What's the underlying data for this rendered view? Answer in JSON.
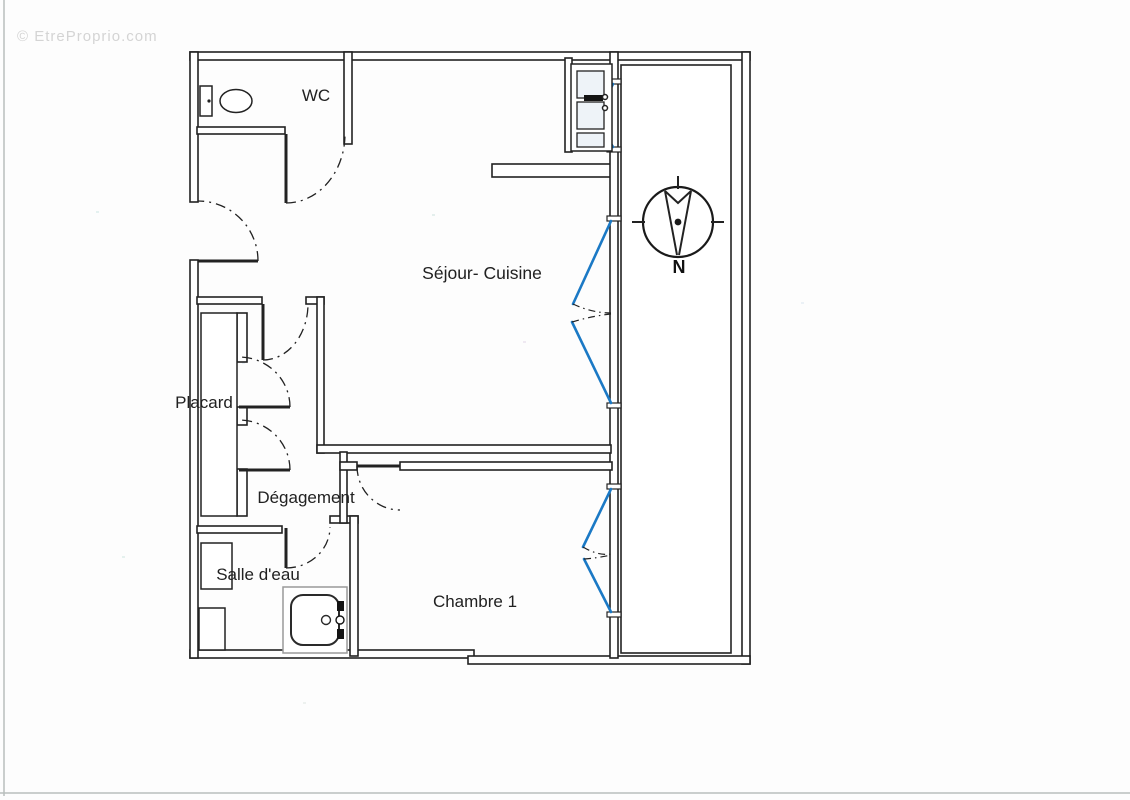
{
  "watermark": {
    "text": "© EtreProprio.com"
  },
  "plan": {
    "rooms": [
      {
        "id": "wc",
        "label": "WC"
      },
      {
        "id": "sejour_cuisine",
        "label": "Séjour- Cuisine"
      },
      {
        "id": "placard",
        "label": "Placard"
      },
      {
        "id": "degagement",
        "label": "Dégagement"
      },
      {
        "id": "salle_deau",
        "label": "Salle d'eau"
      },
      {
        "id": "chambre_1",
        "label": "Chambre 1"
      }
    ],
    "compass": {
      "north_label": "N"
    },
    "colors": {
      "wall_line": "#222222",
      "window_open": "#1b79c5",
      "fixture_fill": "#eef3f8",
      "watermark": "#d4d4d4"
    }
  }
}
